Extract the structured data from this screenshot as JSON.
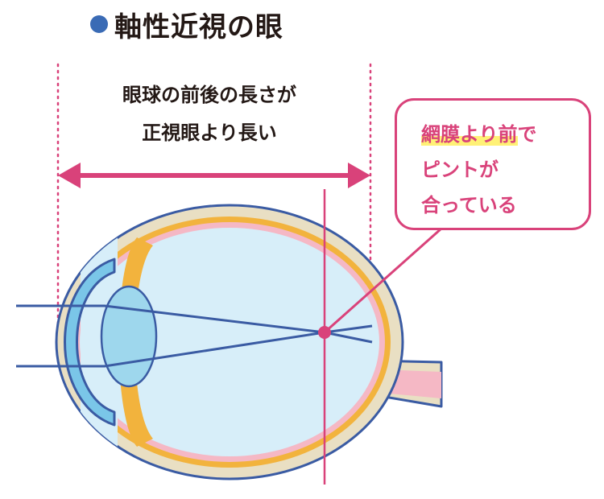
{
  "title": {
    "text": "軸性近視の眼",
    "bullet_color": "#3a6bb5"
  },
  "description": {
    "line1": "眼球の前後の長さが",
    "line2": "正視眼より長い"
  },
  "callout": {
    "highlight": "網膜より前",
    "line1_rest": "で",
    "line2": "ピントが",
    "line3": "合っている",
    "accent_color": "#d9427a"
  },
  "colors": {
    "accent": "#d9427a",
    "ray": "#3a5ba3",
    "sclera": "#e9dfc3",
    "choroid": "#f2b33d",
    "retina": "#f5b8c5",
    "vitreous": "#d7eef9",
    "lens": "#9ed7ed",
    "cornea": "#7ac6e8"
  }
}
